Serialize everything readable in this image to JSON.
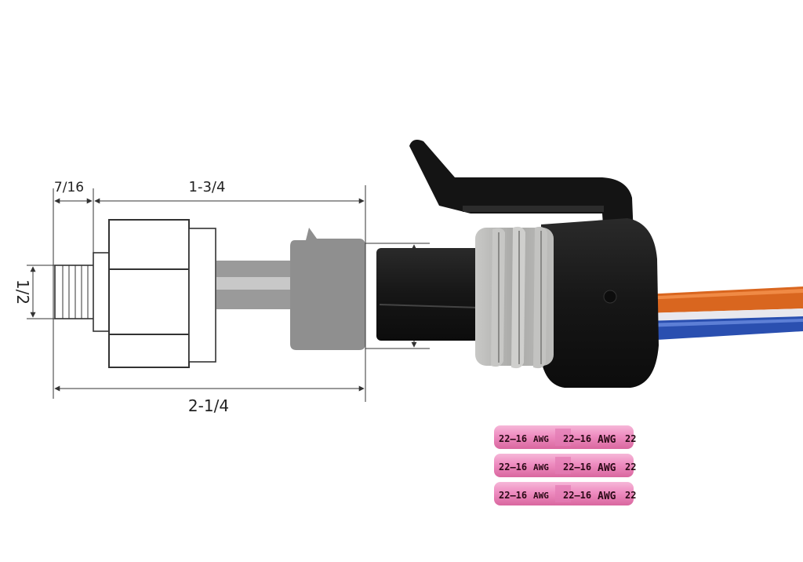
{
  "dimensions": {
    "thread_length": "7/16",
    "body_length": "1-3/4",
    "thread_diameter": "1/2",
    "overall_length": "2-1/4"
  },
  "butt_connector": {
    "label_a": "22–16",
    "label_b": "AWG",
    "label_c": "22"
  },
  "colors": {
    "outline": "#333333",
    "sensor_gray": "#9a9a9a",
    "connector_black": "#1c1c1c",
    "seal_gray": "#b5b5b3",
    "wire_orange": "#d9661f",
    "wire_blue": "#2a4fb0",
    "wire_white": "#e8e8ee",
    "butt_pink": "#f08cc0"
  }
}
